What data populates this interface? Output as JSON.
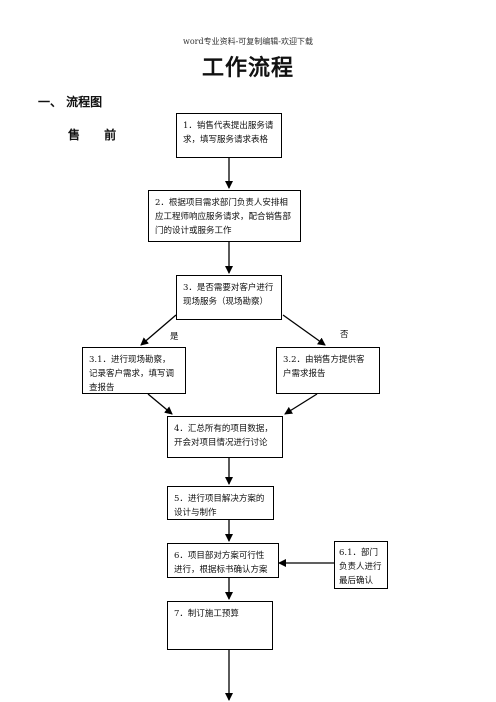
{
  "header": {
    "watermark": "word专业资料-可复制编辑-欢迎下载"
  },
  "doc": {
    "title": "工作流程",
    "section": "一、  流程图",
    "subsection": "售  前"
  },
  "flow": {
    "step1": "1．销售代表提出服务请求，填写服务请求表格",
    "step2": "2．根据项目需求部门负责人安排相应工程师响应服务请求，配合销售部门的设计或服务工作",
    "step3": "3．是否需要对客户进行现场服务（现场勘察）",
    "step3_1": "3.1．进行现场勘察，记录客户需求，填写调查报告",
    "step3_2": "3.2．由销售方提供客户需求报告",
    "step4": "4．汇总所有的项目数据，开会对项目情况进行讨论",
    "step5": "5．进行项目解决方案的设计与制作",
    "step6": "6．项目部对方案可行性进行，根据标书确认方案",
    "step6_1": "6.1．部门负责人进行最后确认",
    "step7": "7．制订施工预算",
    "yes_label": "是",
    "no_label": "否"
  }
}
